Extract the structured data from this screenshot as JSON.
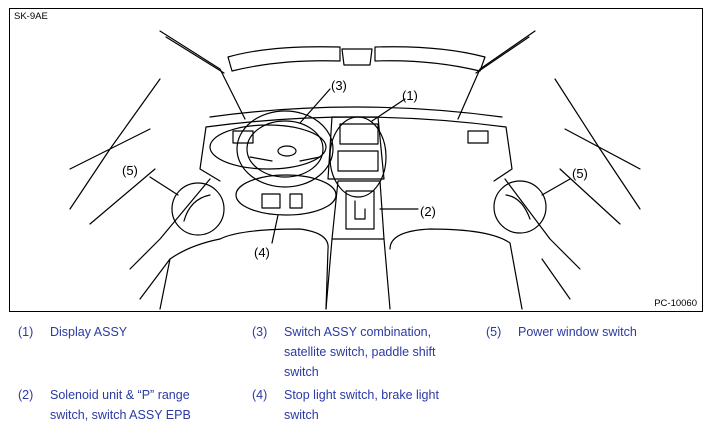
{
  "figure": {
    "code_top_left": "SK-9AE",
    "code_bottom_right": "PC-10060",
    "callouts": {
      "c1": "(1)",
      "c2": "(2)",
      "c3": "(3)",
      "c4": "(4)",
      "c5_left": "(5)",
      "c5_right": "(5)"
    }
  },
  "legend": [
    {
      "num": "(1)",
      "text": "Display ASSY"
    },
    {
      "num": "(2)",
      "text": "Solenoid unit & “P” range\nswitch, switch ASSY EPB"
    },
    {
      "num": "(3)",
      "text": "Switch ASSY combination,\nsatellite switch, paddle shift\nswitch"
    },
    {
      "num": "(4)",
      "text": "Stop light switch, brake light\nswitch"
    },
    {
      "num": "(5)",
      "text": "Power window switch"
    }
  ],
  "colors": {
    "legend_text": "#2b3aa3",
    "line": "#000000"
  }
}
